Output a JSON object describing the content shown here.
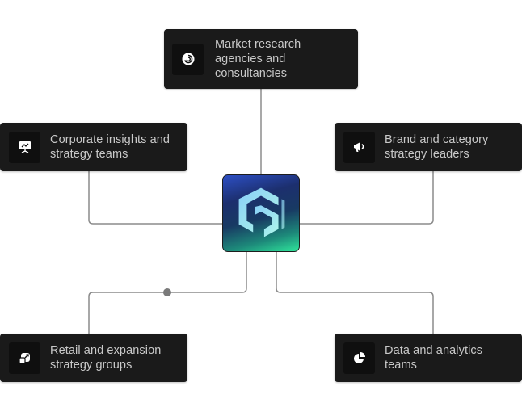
{
  "diagram": {
    "hub": {
      "name": "logo",
      "icon": "hexagon-logo-icon"
    },
    "nodes": [
      {
        "id": "top",
        "label_lines": [
          "Market research",
          "agencies and",
          "consultancies"
        ],
        "icon": "spiral-icon"
      },
      {
        "id": "left-top",
        "label_lines": [
          "Corporate insights and",
          "strategy teams"
        ],
        "icon": "presentation-chart-icon"
      },
      {
        "id": "right-top",
        "label_lines": [
          "Brand and category",
          "strategy leaders"
        ],
        "icon": "megaphone-icon"
      },
      {
        "id": "left-bottom",
        "label_lines": [
          "Retail and expansion",
          "strategy groups"
        ],
        "icon": "expand-shapes-icon"
      },
      {
        "id": "right-bottom",
        "label_lines": [
          "Data and analytics",
          "teams"
        ],
        "icon": "pie-chart-icon"
      }
    ],
    "colors": {
      "card_bg": "#1a1a1a",
      "icon_box_bg": "#0f0f0f",
      "text": "#c9c9c9",
      "connector": "#8c8c8c",
      "hub_gradient_top": "#2d4fc4",
      "hub_gradient_bottom": "#2fe59b"
    }
  }
}
